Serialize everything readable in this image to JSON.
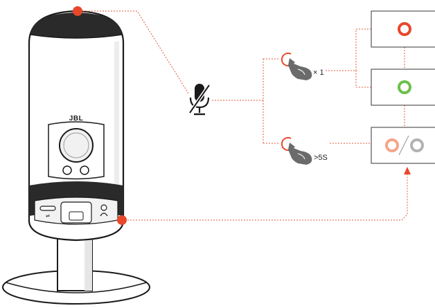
{
  "brand": "JBL",
  "gestures": {
    "single_press_label": "× 1",
    "long_press_label": ">5S"
  },
  "icons": {
    "mute": "mic-mute-icon",
    "press": "finger-press-icon",
    "indicator": "ring-led-icon"
  },
  "indicators": {
    "single_press_states": [
      "red-ring",
      "green-ring"
    ],
    "long_press_states": [
      "orange-ring",
      "gray-ring"
    ]
  },
  "colors": {
    "callout": "#e8472a",
    "indicator_red": "#e8472a",
    "indicator_green": "#6cc04a",
    "indicator_orange": "#f4a58a",
    "indicator_gray": "#b3b3b3",
    "line": "#e25a3a",
    "ink": "#1a1a1a"
  }
}
